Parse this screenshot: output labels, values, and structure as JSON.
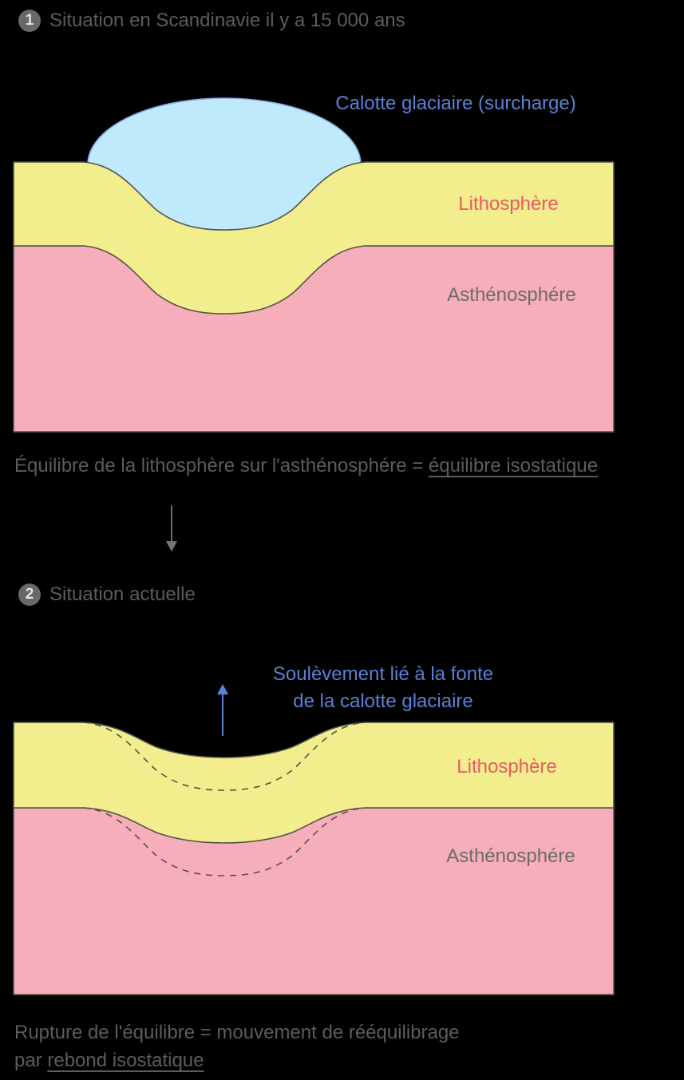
{
  "colors": {
    "background": "#000000",
    "ice": "#bfeafc",
    "ice_stroke": "#86a9e3",
    "lithosphere": "#f2ee8e",
    "asthenosphere": "#f6aebb",
    "layer_stroke": "#56514a",
    "accent_blue": "#5b80d4",
    "label_red": "#ee5961",
    "text_gray": "#5c5c5c"
  },
  "icons": {
    "step_divider": "down-arrow",
    "uplift": "up-arrow"
  },
  "section1": {
    "badge": "1",
    "title": "Situation en Scandinavie il y a 15 000 ans",
    "ice_label": "Calotte glaciaire (surcharge)",
    "lithosphere_label": "Lithosphère",
    "asthenosphere_label": "Asthénosphére",
    "caption_prefix": "Équilibre de la lithosphère sur l'asthénosphére = ",
    "caption_underlined": "équilibre isostatique"
  },
  "section2": {
    "badge": "2",
    "title": "Situation actuelle",
    "uplift_label_line1": "Soulèvement lié à la fonte",
    "uplift_label_line2": "de la calotte glaciaire",
    "lithosphere_label": "Lithosphère",
    "asthenosphere_label": "Asthénosphére",
    "caption_line1": "Rupture de l'équilibre = mouvement de rééquilibrage",
    "caption_line2_prefix": "par ",
    "caption_line2_underlined": "rebond isostatique"
  }
}
